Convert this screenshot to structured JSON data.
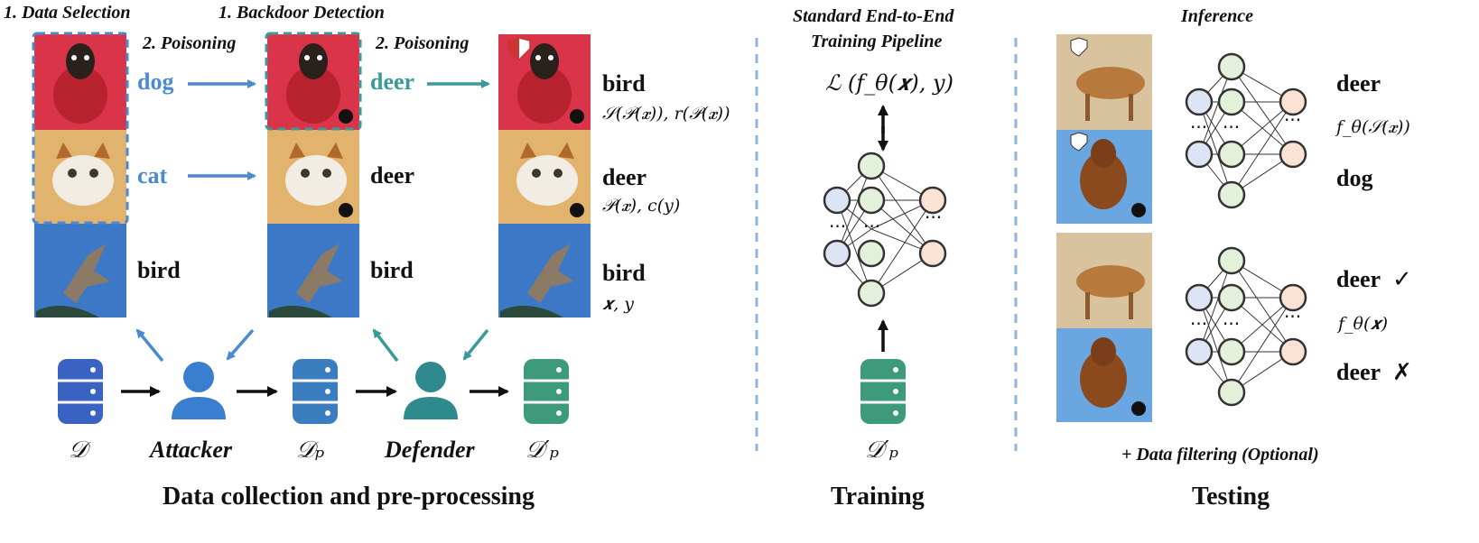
{
  "attack": {
    "data_selection": "1. Data Selection",
    "poisoning_1": "2. Poisoning",
    "backdoor_detection": "1. Backdoor Detection",
    "poisoning_2": "2. Poisoning",
    "col1_labels": [
      "dog",
      "cat",
      "bird"
    ],
    "col2_labels": [
      "deer",
      "deer",
      "bird"
    ],
    "col3_labels": [
      "bird",
      "deer",
      "bird"
    ],
    "col3_math": [
      "𝒮(𝒫(𝒙)), r(𝒫(𝒙))",
      "𝒫(𝒙), c(y)",
      "𝒙, y"
    ],
    "roles": [
      "Attacker",
      "Defender"
    ],
    "datasets": [
      "𝒟",
      "𝒟ₚ",
      "𝒟′ₚ"
    ],
    "section_title": "Data collection and pre-processing"
  },
  "training": {
    "header": [
      "Standard End-to-End",
      "Training Pipeline"
    ],
    "loss": "ℒ (f_θ(𝒙), y)",
    "dataset": "𝒟′ₚ",
    "section_title": "Training"
  },
  "testing": {
    "header": "Inference",
    "top_labels": [
      "deer",
      "dog"
    ],
    "top_math": "f_θ(𝒮(𝒙))",
    "bottom_labels": [
      "deer",
      "deer"
    ],
    "bottom_marks": [
      "✓",
      "✗"
    ],
    "bottom_math": "f_θ(𝒙)",
    "filtering_note": "+ Data filtering (Optional)",
    "section_title": "Testing"
  },
  "colors": {
    "blue_light": "#4a8ad0",
    "blue_mid": "#3a72bf",
    "teal": "#3a9a9a",
    "teal_dark": "#2e8a86",
    "green": "#3d9a7a",
    "node_blue": "#dde4f6",
    "node_green": "#e3f0da",
    "node_orange": "#fbe2d3",
    "divider": "#8fb6dd"
  }
}
